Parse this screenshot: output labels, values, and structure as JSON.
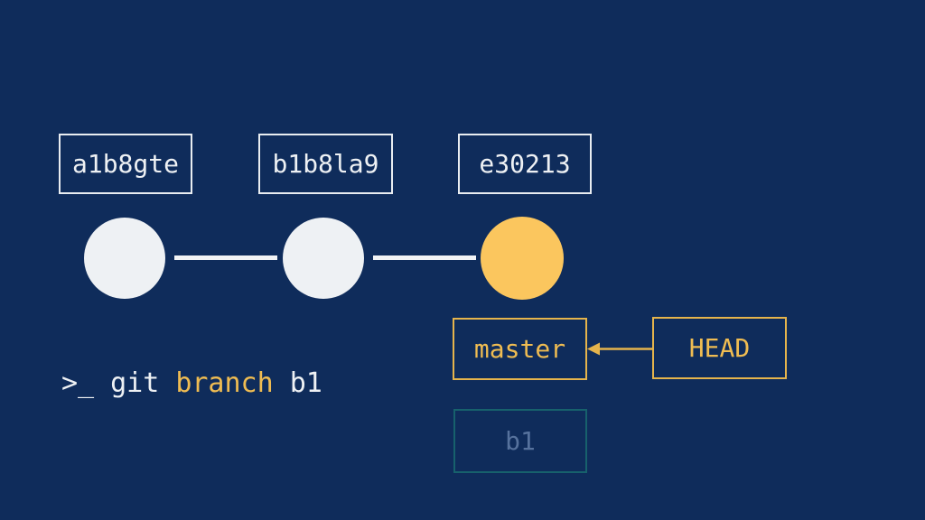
{
  "slide": {
    "kind": "git-branching-diagram"
  },
  "colors": {
    "background": "#0F2C5B",
    "node_fill": "#EEF1F4",
    "node_highlight_fill": "#FBC65E",
    "box_border_white": "#E9EDF1",
    "accent_yellow": "#EFBC52",
    "branch_border_teal": "#17616C",
    "branch_text_slate": "#56729D"
  },
  "graph": {
    "commits": [
      {
        "id": "a1b8gte",
        "highlighted": false
      },
      {
        "id": "b1b8la9",
        "highlighted": false
      },
      {
        "id": "e30213",
        "highlighted": true
      }
    ]
  },
  "refs": {
    "master_label": "master",
    "head_label": "HEAD",
    "b1_label": "b1",
    "head_points_to": "master"
  },
  "terminal": {
    "prompt": ">_",
    "command": "git branch b1",
    "parts": [
      {
        "text": "git",
        "color": "white"
      },
      {
        "text": "branch",
        "color": "yellow"
      },
      {
        "text": "b1",
        "color": "white"
      }
    ]
  }
}
